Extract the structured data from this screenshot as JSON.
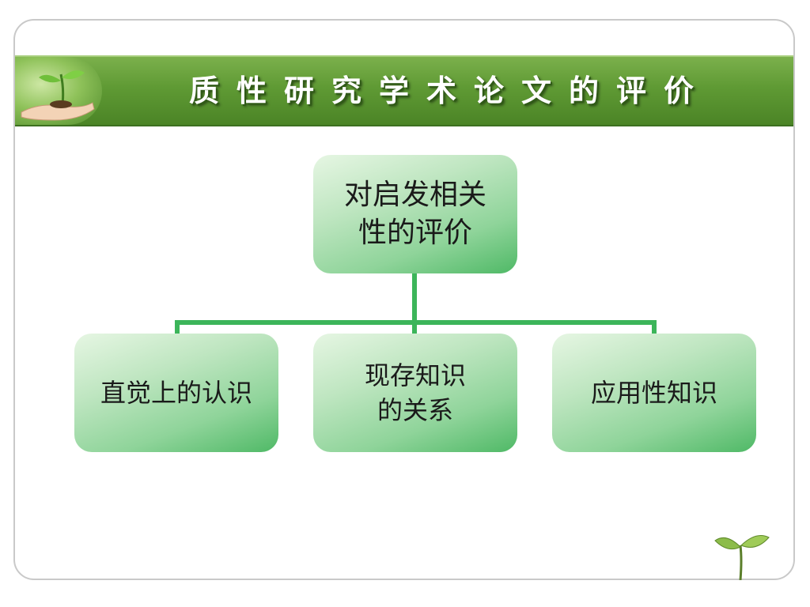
{
  "slide": {
    "title": "质性研究学术论文的评价"
  },
  "diagram": {
    "root": {
      "label": "对启发相关\n性的评价"
    },
    "children": [
      {
        "label": "直觉上的认识"
      },
      {
        "label": "现存知识\n的关系"
      },
      {
        "label": "应用性知识"
      }
    ]
  },
  "colors": {
    "banner_green": "#5f9a34",
    "connector_green": "#3cb55a",
    "node_light": "#e6f6e3",
    "node_dark": "#4fb966"
  },
  "icons": {
    "banner_image": "seedling-in-hand-icon",
    "corner_decoration": "seedling-icon"
  }
}
